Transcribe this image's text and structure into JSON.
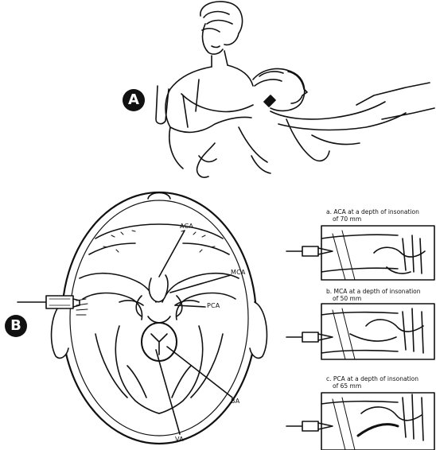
{
  "panel_a": {
    "badge": "A"
  },
  "panel_b": {
    "badge": "B",
    "labels": {
      "aca": "ACA",
      "mca": "MCA",
      "pca": "PCA",
      "ba": "BA",
      "va": "VA"
    }
  },
  "insets": [
    {
      "caption_line1": "a.  ACA at a depth of insonation",
      "caption_line2": "of 70 mm"
    },
    {
      "caption_line1": "b.  MCA at a depth of insonation",
      "caption_line2": "of 50 mm"
    },
    {
      "caption_line1": "c.  PCA at a depth of insonation",
      "caption_line2": "of 65 mm"
    }
  ]
}
